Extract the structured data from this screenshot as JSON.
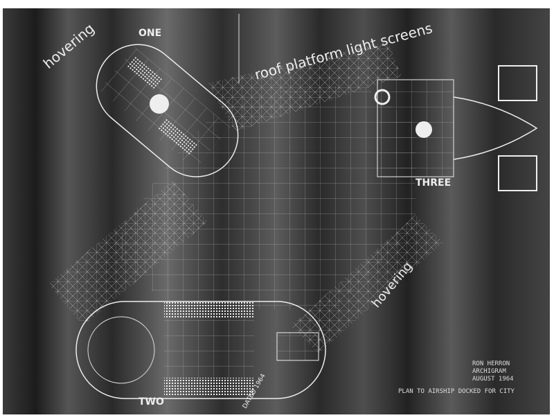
{
  "drawing": {
    "labels": {
      "one": "ONE",
      "two": "TWO",
      "three": "THREE",
      "hovering_top": "hovering",
      "hovering_right": "hovering",
      "roof": "roof platform light screens",
      "dated": "DATED 1964"
    },
    "credits": {
      "author": "RON HERRON",
      "group": "ARCHIGRAM",
      "date": "AUGUST 1964",
      "caption": "PLAN TO AIRSHIP DOCKED FOR CITY"
    },
    "colors": {
      "ink": "#eeeeee",
      "ground": "#2e2e2e"
    }
  }
}
